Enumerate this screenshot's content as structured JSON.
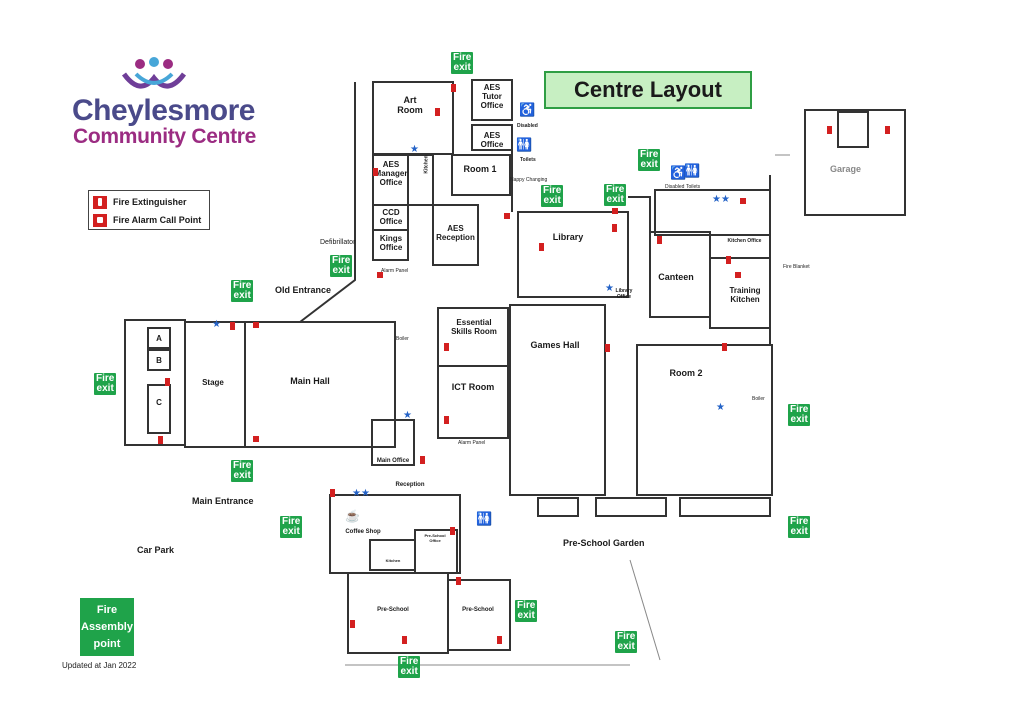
{
  "header": {
    "brand_line1": "Cheylesmore",
    "brand_line2": "Community Centre",
    "title": "Centre Layout"
  },
  "legend": {
    "fire_extinguisher": "Fire Extinguisher",
    "fire_alarm_call_point": "Fire Alarm Call Point"
  },
  "colors": {
    "brand_purple": "#9b2c82",
    "brand_navy": "#4a4a8a",
    "fire_exit_green": "#1fa34a",
    "title_green": "#c7efc2",
    "extinguisher_red": "#d32020",
    "star_blue": "#2563c7"
  },
  "fire_exit_label": "Fire\nexit",
  "assembly_point": "Fire\nAssembly\npoint",
  "updated": "Updated at  Jan 2022",
  "rooms": {
    "art_room": "Art Room",
    "aes_tutor_office": "AES\nTutor\nOffice",
    "aes_office": "AES\nOffice",
    "room_1": "Room 1",
    "aes_manager_office": "AES\nManager\nOffice",
    "kitchen_small": "Kitchen",
    "ccd_office": "CCD\nOffice",
    "kings_office": "Kings\nOffice",
    "aes_reception": "AES\nReception",
    "library": "Library",
    "library_office": "Library\nOffice",
    "canteen": "Canteen",
    "kitchen_office": "Kitchen Office",
    "training_kitchen": "Training\nKitchen",
    "garage": "Garage",
    "essential_skills_room": "Essential\nSkills Room",
    "games_hall": "Games Hall",
    "ict_room": "ICT Room",
    "room_2": "Room 2",
    "main_hall": "Main Hall",
    "stage": "Stage",
    "room_a": "A",
    "room_b": "B",
    "room_c": "C",
    "main_office": "Main Office",
    "reception": "Reception",
    "coffee_shop": "Coffee Shop",
    "kitchen": "Kitchen",
    "pre_school_office": "Pre-School\nOffice",
    "pre_school_1": "Pre-School",
    "pre_school_2": "Pre-School"
  },
  "outside": {
    "old_entrance": "Old Entrance",
    "main_entrance": "Main Entrance",
    "car_park": "Car Park",
    "pre_school_garden": "Pre-School Garden",
    "defibrillator": "Defibrillator",
    "fire_blanket": "Fire Blanket"
  },
  "small_labels": {
    "disabled": "Disabled",
    "toilets": "Toilets",
    "nappy_changing": "Nappy Changing",
    "alarm_panel": "Alarm Panel",
    "boiler": "Boiler",
    "toilets_2": "Toilets",
    "disabled_2": "Disabled",
    "alarm_panel_2": "Alarm Panel",
    "boiler_2": "Boiler"
  }
}
